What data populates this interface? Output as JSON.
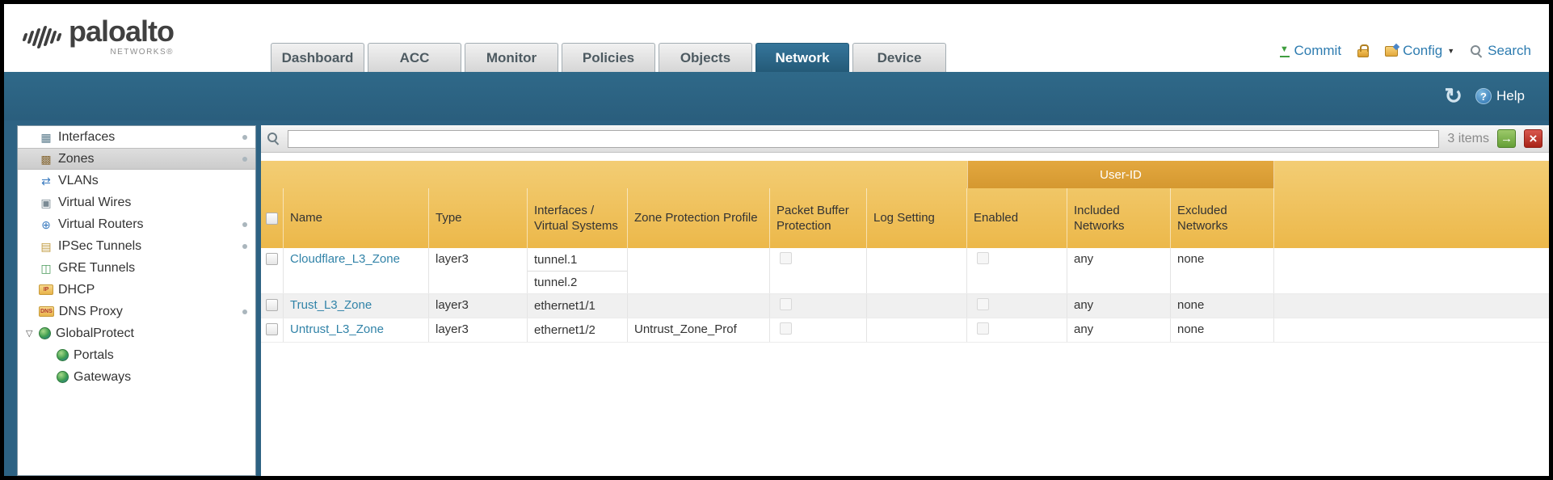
{
  "header": {
    "logo": {
      "brand": "paloalto",
      "sub": "NETWORKS®"
    },
    "tabs": [
      {
        "label": "Dashboard",
        "active": false
      },
      {
        "label": "ACC",
        "active": false
      },
      {
        "label": "Monitor",
        "active": false
      },
      {
        "label": "Policies",
        "active": false
      },
      {
        "label": "Objects",
        "active": false
      },
      {
        "label": "Network",
        "active": true
      },
      {
        "label": "Device",
        "active": false
      }
    ],
    "utilities": {
      "commit": "Commit",
      "config": "Config",
      "search": "Search",
      "config_caret": "▼"
    }
  },
  "subheader": {
    "help": "Help",
    "help_mark": "?",
    "refresh_glyph": "↻"
  },
  "sidebar": {
    "items": [
      {
        "label": "Interfaces",
        "icon": "interfaces-icon",
        "glyph": "▦",
        "color": "#5b7c8c",
        "dot": true
      },
      {
        "label": "Zones",
        "icon": "zones-icon",
        "glyph": "▩",
        "color": "#8a6d3b",
        "dot": true,
        "selected": true
      },
      {
        "label": "VLANs",
        "icon": "vlans-icon",
        "glyph": "⇄",
        "color": "#3a7bbf"
      },
      {
        "label": "Virtual Wires",
        "icon": "virtual-wires-icon",
        "glyph": "▣",
        "color": "#7a8a94"
      },
      {
        "label": "Virtual Routers",
        "icon": "virtual-routers-icon",
        "glyph": "⊕",
        "color": "#3a7bbf",
        "dot": true
      },
      {
        "label": "IPSec Tunnels",
        "icon": "ipsec-tunnels-icon",
        "glyph": "▤",
        "color": "#c09a3e",
        "dot": true
      },
      {
        "label": "GRE Tunnels",
        "icon": "gre-tunnels-icon",
        "glyph": "◫",
        "color": "#4a9a5a"
      },
      {
        "label": "DHCP",
        "icon": "dhcp-icon",
        "glyph": "IP",
        "text_icon": true
      },
      {
        "label": "DNS Proxy",
        "icon": "dns-proxy-icon",
        "glyph": "DNS",
        "text_icon": true,
        "dot": true
      },
      {
        "label": "GlobalProtect",
        "icon": "globalprotect-icon",
        "globe": true,
        "expander": "▽"
      },
      {
        "label": "Portals",
        "icon": "portals-icon",
        "globe": true,
        "indent": true
      },
      {
        "label": "Gateways",
        "icon": "gateways-icon",
        "globe": true,
        "indent": true
      }
    ]
  },
  "toolbar": {
    "filter_value": "",
    "items_count": "3 items",
    "apply_glyph": "→",
    "clear_glyph": "×"
  },
  "table": {
    "group_header": {
      "user_id": "User-ID"
    },
    "columns": [
      {
        "label": "Name"
      },
      {
        "label": "Type"
      },
      {
        "label": "Interfaces / Virtual Systems"
      },
      {
        "label": "Zone Protection Profile"
      },
      {
        "label": "Packet Buffer Protection"
      },
      {
        "label": "Log Setting"
      },
      {
        "label": "Enabled"
      },
      {
        "label": "Included Networks"
      },
      {
        "label": "Excluded Networks"
      }
    ],
    "rows": [
      {
        "name": "Cloudflare_L3_Zone",
        "type": "layer3",
        "interfaces": [
          "tunnel.1",
          "tunnel.2"
        ],
        "zone_protection_profile": "",
        "packet_buffer_protection_checked": false,
        "log_setting": "",
        "enabled_checked": false,
        "included_networks": "any",
        "excluded_networks": "none",
        "alt": false
      },
      {
        "name": "Trust_L3_Zone",
        "type": "layer3",
        "interfaces": [
          "ethernet1/1"
        ],
        "zone_protection_profile": "",
        "packet_buffer_protection_checked": false,
        "log_setting": "",
        "enabled_checked": false,
        "included_networks": "any",
        "excluded_networks": "none",
        "alt": true
      },
      {
        "name": "Untrust_L3_Zone",
        "type": "layer3",
        "interfaces": [
          "ethernet1/2"
        ],
        "zone_protection_profile": "Untrust_Zone_Prof",
        "packet_buffer_protection_checked": false,
        "log_setting": "",
        "enabled_checked": false,
        "included_networks": "any",
        "excluded_networks": "none",
        "alt": false
      }
    ]
  },
  "colors": {
    "accent_teal": "#2d6283",
    "amber_header": "#eec05a",
    "amber_dark": "#dfa63d",
    "link": "#3183a8",
    "active_tab": "#2a5f7e"
  }
}
